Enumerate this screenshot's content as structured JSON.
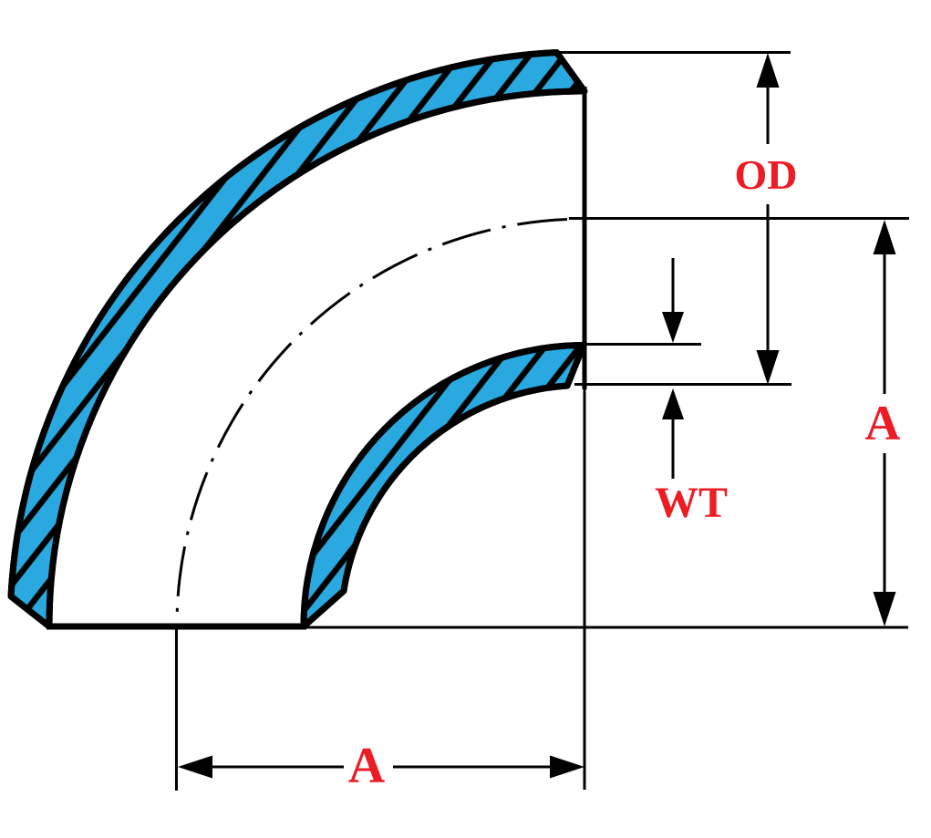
{
  "labels": {
    "od": "OD",
    "a_right": "A",
    "wt": "WT",
    "a_bottom": "A"
  },
  "colors": {
    "wall_fill": "#29A9E0",
    "label_text": "#ED1C24",
    "line": "#000000",
    "background": "#FFFFFF"
  }
}
